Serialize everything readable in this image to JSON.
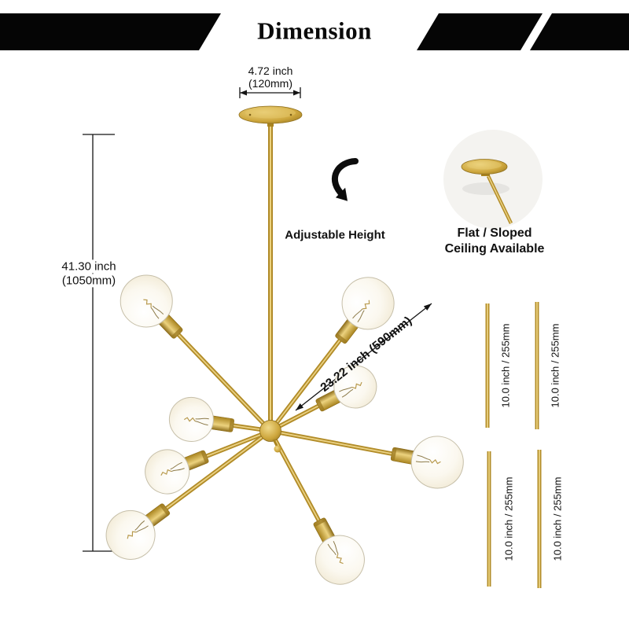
{
  "header": {
    "title": "Dimension"
  },
  "canopy_dimension": {
    "inches": "4.72 inch",
    "mm": "(120mm)"
  },
  "height_dimension": {
    "inches": "41.30 inch",
    "mm": "(1050mm)"
  },
  "diagonal_dimension": {
    "label": "23.22 inch (590mm)"
  },
  "adjustable_height": {
    "label": "Adjustable Height"
  },
  "ceiling_note": {
    "line1": "Flat / Sloped",
    "line2": "Ceiling Available"
  },
  "rod_labels": [
    "10.0 inch / 255mm",
    "10.0 inch / 255mm",
    "10.0 inch / 255mm",
    "10.0 inch / 255mm"
  ],
  "colors": {
    "brass": "#b28c28",
    "brass_light": "#ead184",
    "brass_dark": "#8f6f1c",
    "text": "#111111",
    "banner": "#050505"
  }
}
